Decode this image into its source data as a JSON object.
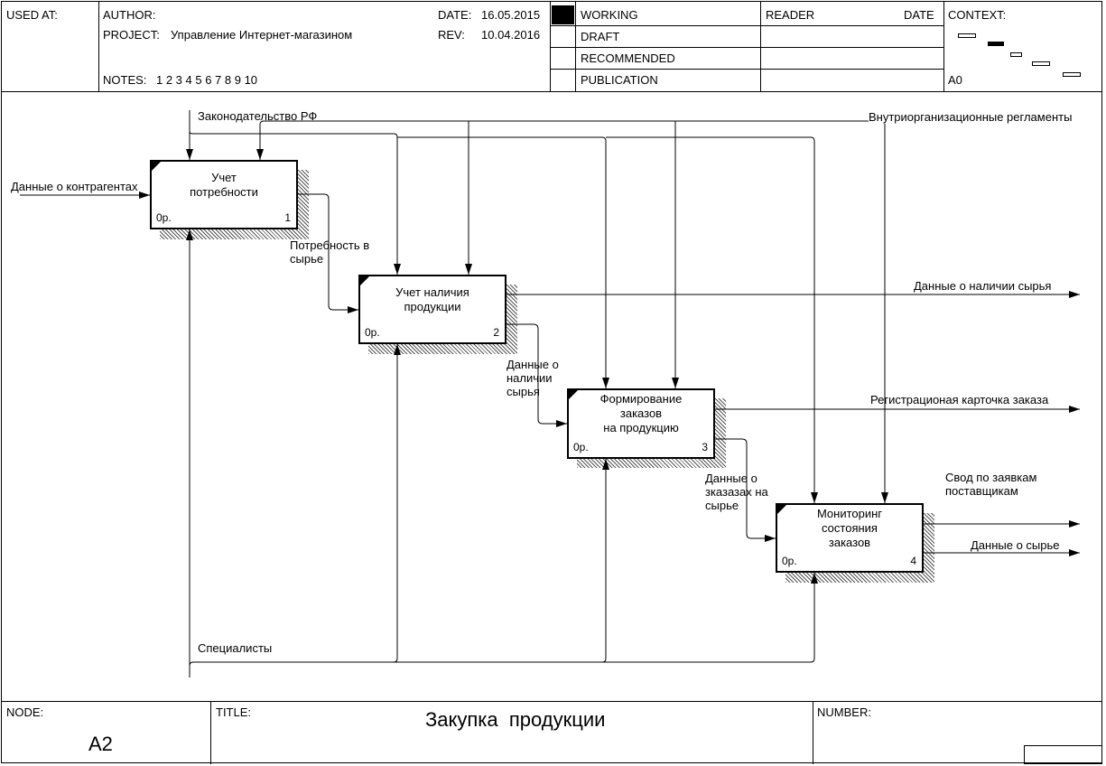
{
  "header": {
    "used_at_label": "USED AT:",
    "author_label": "AUTHOR:",
    "project_label": "PROJECT:",
    "project_value": "Управление Интернет-магазином",
    "notes_label": "NOTES:",
    "notes_value": "1  2  3  4  5  6  7  8  9  10",
    "date_label": "DATE:",
    "date_value": "16.05.2015",
    "rev_label": "REV:",
    "rev_value": "10.04.2016",
    "status": [
      "WORKING",
      "DRAFT",
      "RECOMMENDED",
      "PUBLICATION"
    ],
    "reader_label": "READER",
    "reader_date_label": "DATE",
    "context_label": "CONTEXT:",
    "context_node": "A0"
  },
  "boxes": [
    {
      "name": "Учет\nпотребности",
      "cost": "0р.",
      "number": "1"
    },
    {
      "name": "Учет наличия\nпродукции",
      "cost": "0р.",
      "number": "2"
    },
    {
      "name": "Формирование\nзаказов\nна продукцию",
      "cost": "0р.",
      "number": "3"
    },
    {
      "name": "Мониторинг\nсостояния\nзаказов",
      "cost": "0р.",
      "number": "4"
    }
  ],
  "arrows": {
    "input_contractors": "Данные о контрагентах",
    "control_law": "Законодательство РФ",
    "control_regulations": "Внутриорганизационные регламенты",
    "need_raw": "Потребность в\nсырье",
    "availability_internal": "Данные о\nналичии\nсырья",
    "availability_output": "Данные о наличии сырья",
    "registration_card": "Регистрационая карточка заказа",
    "orders_raw": "Данные о\nзказазах на\nсырье",
    "supplier_summary": "Свод по заявкам\nпоставщикам",
    "raw_data": "Данные о сырье",
    "mechanism_specialists": "Специалисты"
  },
  "footer": {
    "node_label": "NODE:",
    "node_value": "A2",
    "title_label": "TITLE:",
    "title_value": "Закупка  продукции",
    "number_label": "NUMBER:"
  }
}
